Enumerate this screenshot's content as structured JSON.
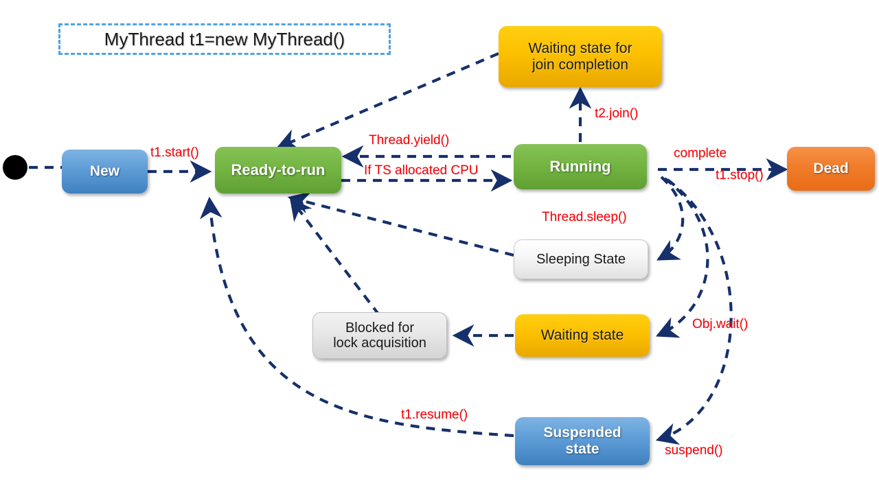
{
  "diagram": {
    "title": "MyThread t1=new MyThread()",
    "colors": {
      "edge": "#16306b",
      "label": "#fb0007",
      "title_border": "#4fa3e3",
      "blue": "#5c9bd5",
      "green": "#74b543",
      "orange": "#f07c2b",
      "gold": "#fcc000",
      "white": "#f7f7f7",
      "gray": "#e9e9e9",
      "start": "#000000"
    },
    "start_node": "start-state-dot",
    "nodes": [
      {
        "id": "new",
        "label": "New",
        "style": "blue"
      },
      {
        "id": "ready",
        "label": "Ready-to-run",
        "style": "green"
      },
      {
        "id": "running",
        "label": "Running",
        "style": "green"
      },
      {
        "id": "dead",
        "label": "Dead",
        "style": "orange"
      },
      {
        "id": "join_wait",
        "label": "Waiting state for\njoin completion",
        "style": "gold"
      },
      {
        "id": "sleeping",
        "label": "Sleeping State",
        "style": "white"
      },
      {
        "id": "blocked",
        "label": "Blocked for\nlock acquisition",
        "style": "gray"
      },
      {
        "id": "waiting",
        "label": "Waiting state",
        "style": "gold"
      },
      {
        "id": "suspended",
        "label": "Suspended\nstate",
        "style": "blue"
      }
    ],
    "transitions": [
      {
        "id": "t_start",
        "label": "t1.start()",
        "from": "new",
        "to": "ready"
      },
      {
        "id": "t_cpu",
        "label": "If TS allocated CPU",
        "from": "ready",
        "to": "running"
      },
      {
        "id": "t_yield",
        "label": "Thread.yield()",
        "from": "running",
        "to": "ready"
      },
      {
        "id": "t_join",
        "label": "t2.join()",
        "from": "running",
        "to": "join_wait"
      },
      {
        "id": "t_joinback",
        "label": "",
        "from": "join_wait",
        "to": "ready"
      },
      {
        "id": "t_complete",
        "label": "complete",
        "from": "running",
        "to": "dead"
      },
      {
        "id": "t_stop",
        "label": "t1.stop()",
        "from": "running",
        "to": "dead"
      },
      {
        "id": "t_sleep",
        "label": "Thread.sleep()",
        "from": "running",
        "to": "sleeping"
      },
      {
        "id": "t_sleepback",
        "label": "",
        "from": "sleeping",
        "to": "ready"
      },
      {
        "id": "t_wait",
        "label": "Obj.wait()",
        "from": "running",
        "to": "waiting"
      },
      {
        "id": "t_lock",
        "label": "",
        "from": "waiting",
        "to": "blocked"
      },
      {
        "id": "t_lockback",
        "label": "",
        "from": "blocked",
        "to": "ready"
      },
      {
        "id": "t_suspend",
        "label": "suspend()",
        "from": "running",
        "to": "suspended"
      },
      {
        "id": "t_resume",
        "label": "t1.resume()",
        "from": "suspended",
        "to": "ready"
      }
    ]
  }
}
